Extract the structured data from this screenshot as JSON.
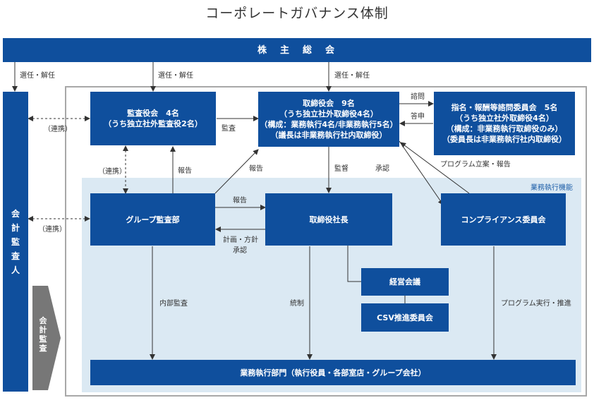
{
  "title": "コーポレートガバナンス体制",
  "shareholders": "株　主　総　会",
  "accounting_auditor": [
    "会",
    "計",
    "監",
    "査",
    "人"
  ],
  "audit_board": {
    "line1": "監査役会　4名",
    "line2": "（うち独立社外監査役2名）"
  },
  "board": {
    "line1": "取締役会　9名",
    "line2": "（うち独立社外取締役4名）",
    "line3": "（構成：業務執行4名/非業務執行5名）",
    "line4": "（議長は非業務執行社内取締役）"
  },
  "nomination_committee": {
    "line1": "指名・報酬等諮問委員会　5名",
    "line2": "（うち独立社外取締役4名）",
    "line3": "（構成：非業務執行取締役のみ）",
    "line4": "（委員長は非業務執行社内取締役）"
  },
  "group_audit": "グループ監査部",
  "president": "取締役社長",
  "compliance": "コンプライアンス委員会",
  "management_meeting": "経営会議",
  "csv_committee": "CSV推進委員会",
  "business_divisions": "業務執行部門（執行役員・各部室店・グループ会社）",
  "exec_function_label": "業務執行機能",
  "accounting_audit_label": "会計監査",
  "labels": {
    "elect1": "選任・解任",
    "elect2": "選任・解任",
    "elect3": "選任・解任",
    "coop1": "（連携）",
    "coop2": "（連携）",
    "coop3": "（連携）",
    "audit": "監査",
    "consult": "諮問",
    "respond": "答申",
    "report1": "報告",
    "report2": "報告",
    "report3": "報告",
    "supervise": "監督",
    "approve": "承認",
    "program_plan": "プログラム立案・報告",
    "plan_policy_1": "計画・方針",
    "plan_policy_2": "承認",
    "internal_audit": "内部監査",
    "control": "統制",
    "program_exec": "プログラム実行・推進"
  },
  "colors": {
    "box": "#0f4f9d",
    "exec_area": "#dbe9f3",
    "frame": "#a8a8a8",
    "arrow": "#777777"
  }
}
